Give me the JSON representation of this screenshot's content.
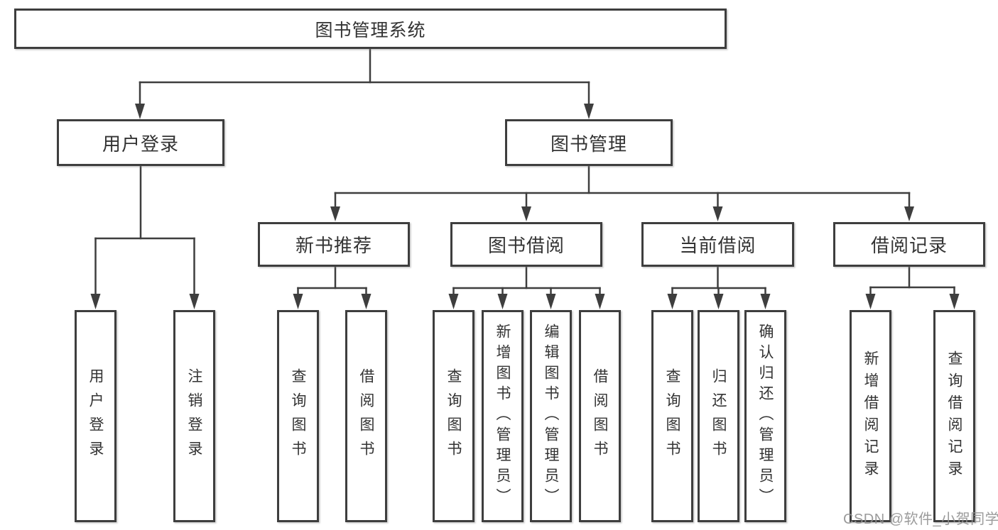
{
  "root": {
    "label": "图书管理系统"
  },
  "branches": [
    {
      "label": "用户登录",
      "children": [
        {
          "label": "用户登录"
        },
        {
          "label": "注销登录"
        }
      ]
    },
    {
      "label": "图书管理",
      "children": [
        {
          "label": "新书推荐",
          "children": [
            {
              "label": "查询图书"
            },
            {
              "label": "借阅图书"
            }
          ]
        },
        {
          "label": "图书借阅",
          "children": [
            {
              "label": "查询图书"
            },
            {
              "label": "新增图书（管理员）"
            },
            {
              "label": "编辑图书（管理员）"
            },
            {
              "label": "借阅图书"
            }
          ]
        },
        {
          "label": "当前借阅",
          "children": [
            {
              "label": "查询图书"
            },
            {
              "label": "归还图书"
            },
            {
              "label": "确认归还（管理员）"
            }
          ]
        },
        {
          "label": "借阅记录",
          "children": [
            {
              "label": "新增借阅记录"
            },
            {
              "label": "查询借阅记录"
            }
          ]
        }
      ]
    }
  ],
  "watermark": {
    "text": "CSDN @软件_小贺同学"
  },
  "colors": {
    "line": "#3e3e3e",
    "box_border": "#3e3e3e",
    "text": "#333333",
    "watermark": "#919191",
    "background": "#ffffff"
  }
}
